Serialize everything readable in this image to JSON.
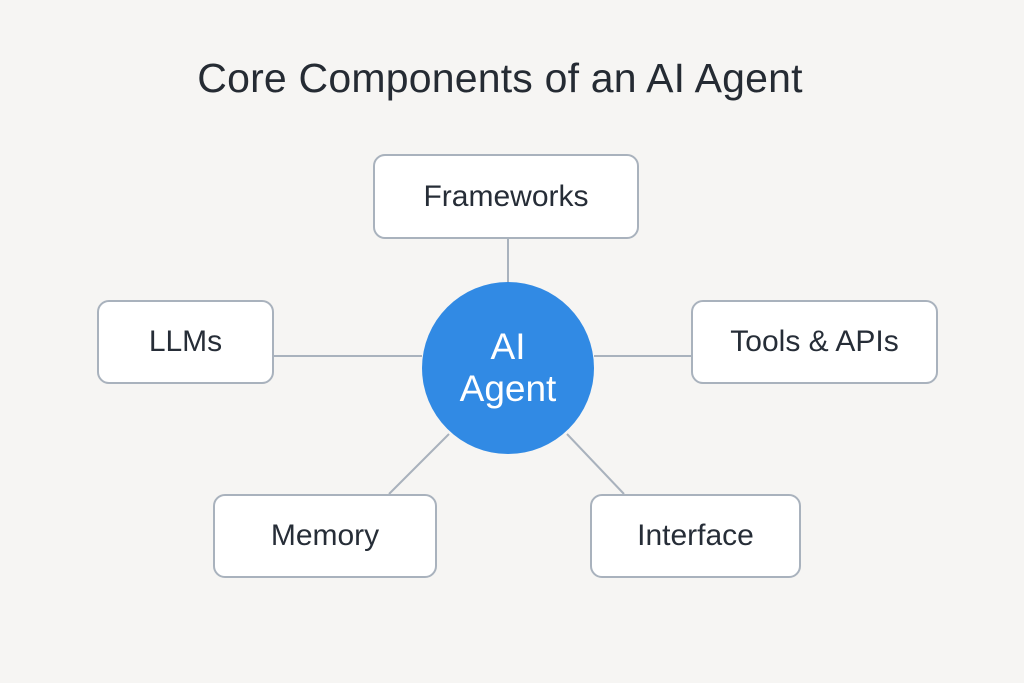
{
  "title": "Core Components of an AI Agent",
  "center": {
    "line1": "AI",
    "line2": "Agent",
    "color": "#318ae4"
  },
  "components": [
    {
      "id": "frameworks",
      "label": "Frameworks"
    },
    {
      "id": "llms",
      "label": "LLMs"
    },
    {
      "id": "tools",
      "label": "Tools & APIs"
    },
    {
      "id": "memory",
      "label": "Memory"
    },
    {
      "id": "interface",
      "label": "Interface"
    }
  ],
  "colors": {
    "background": "#f6f5f3",
    "border": "#a9b2bd",
    "text": "#262d37"
  }
}
